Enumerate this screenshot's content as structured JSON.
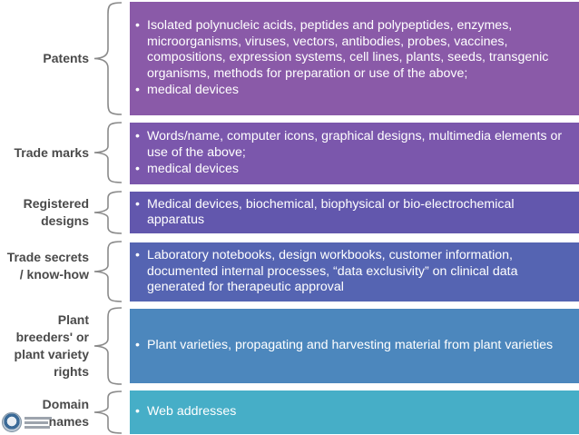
{
  "rows": [
    {
      "label": "Patents",
      "color": "#8a5aa8",
      "items": [
        "Isolated polynucleic acids, peptides and polypeptides, enzymes, microorganisms, viruses, vectors, antibodies, probes, vaccines, compositions, expression systems, cell lines, plants, seeds, transgenic organisms, methods for preparation or use of the above;",
        "medical devices"
      ]
    },
    {
      "label": "Trade marks",
      "color": "#7b57ac",
      "items": [
        "Words/name, computer icons, graphical designs, multimedia elements or use of the above;",
        "medical devices"
      ]
    },
    {
      "label": "Registered designs",
      "color": "#6257ad",
      "items": [
        "Medical devices, biochemical, biophysical or bio-electrochemical apparatus"
      ]
    },
    {
      "label": "Trade secrets / know-how",
      "color": "#5564b2",
      "items": [
        "Laboratory notebooks, design workbooks, customer information, documented internal processes, “data exclusivity” on clinical data generated for therapeutic approval"
      ]
    },
    {
      "label": "Plant breeders' or plant variety rights",
      "color": "#4c87bd",
      "items": [
        "Plant varieties, propagating and harvesting material from plant varieties"
      ]
    },
    {
      "label": "Domain names",
      "color": "#46aec7",
      "items": [
        "Web addresses"
      ]
    }
  ]
}
